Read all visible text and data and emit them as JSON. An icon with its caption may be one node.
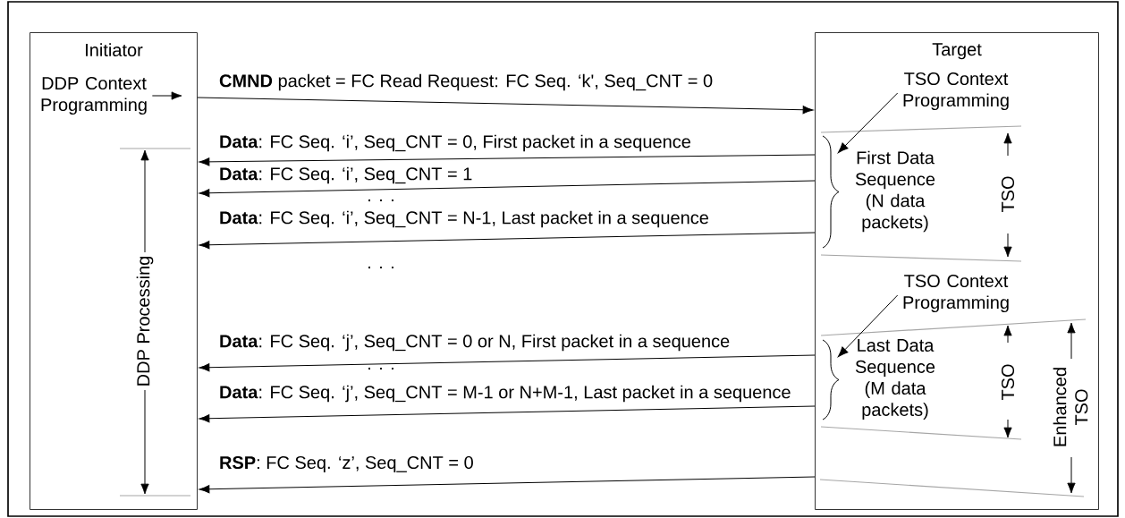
{
  "diagram": {
    "nodes": [
      {
        "text": [
          "Initiator"
        ]
      },
      {
        "text": [
          "DDP Context Programming"
        ],
        "in": 0
      },
      {
        "text": [
          "Target"
        ]
      },
      {
        "text": [
          "TSO Context Programming"
        ],
        "in": 2
      },
      {
        "text": [],
        "shape": "brace",
        "in": 2
      },
      {
        "text": [
          "First Data Sequence (N data packets)"
        ],
        "in": 2
      },
      {
        "text": [
          "TSO Context Programming"
        ],
        "in": 2
      },
      {
        "text": [],
        "shape": "brace",
        "in": 2
      },
      {
        "text": [
          "Last Data Sequence (M data packets)"
        ],
        "in": 2
      }
    ],
    "edges": [
      {
        "from": 1,
        "to": null,
        "arrow": "to"
      },
      {
        "from": 0,
        "to": 2,
        "arrow": "to",
        "label": "**CMND** packet = FC Read Request: FC Seq. ‘k', Seq_CNT = 0"
      },
      {
        "from": 2,
        "to": 0,
        "arrow": "to",
        "label": "**Data**: FC Seq. ‘i’,  Seq_CNT = 0, First packet in a sequence"
      },
      {
        "from": 2,
        "to": 0,
        "arrow": "to",
        "label": "**Data**: FC Seq. ‘i’,  Seq_CNT = 1"
      },
      {
        "from": 2,
        "to": 0,
        "arrow": "to",
        "label": "**Data**: FC Seq. ‘i’,  Seq_CNT = N-1, Last packet in a sequence"
      },
      {
        "from": 2,
        "to": 0,
        "arrow": "to",
        "label": "**Data**: FC Seq. ‘j’,  Seq_CNT = 0 or N, First packet in a sequence"
      },
      {
        "from": 2,
        "to": 0,
        "arrow": "to",
        "label": "**Data**: FC Seq. ‘j’,  Seq_CNT = M-1 or N+M-1, Last packet in a sequence"
      },
      {
        "from": 2,
        "to": 0,
        "arrow": "to",
        "label": "**RSP**: FC Seq. ‘z’,  Seq_CNT = 0"
      },
      {
        "from": 3,
        "to": 4,
        "arrow": "to"
      },
      {
        "from": 6,
        "to": 7,
        "arrow": "to"
      }
    ],
    "labels": [
      "DDP Processing",
      ". . .",
      ". . .",
      ". . .",
      "TSO",
      "TSO",
      "Enhanced TSO"
    ]
  }
}
